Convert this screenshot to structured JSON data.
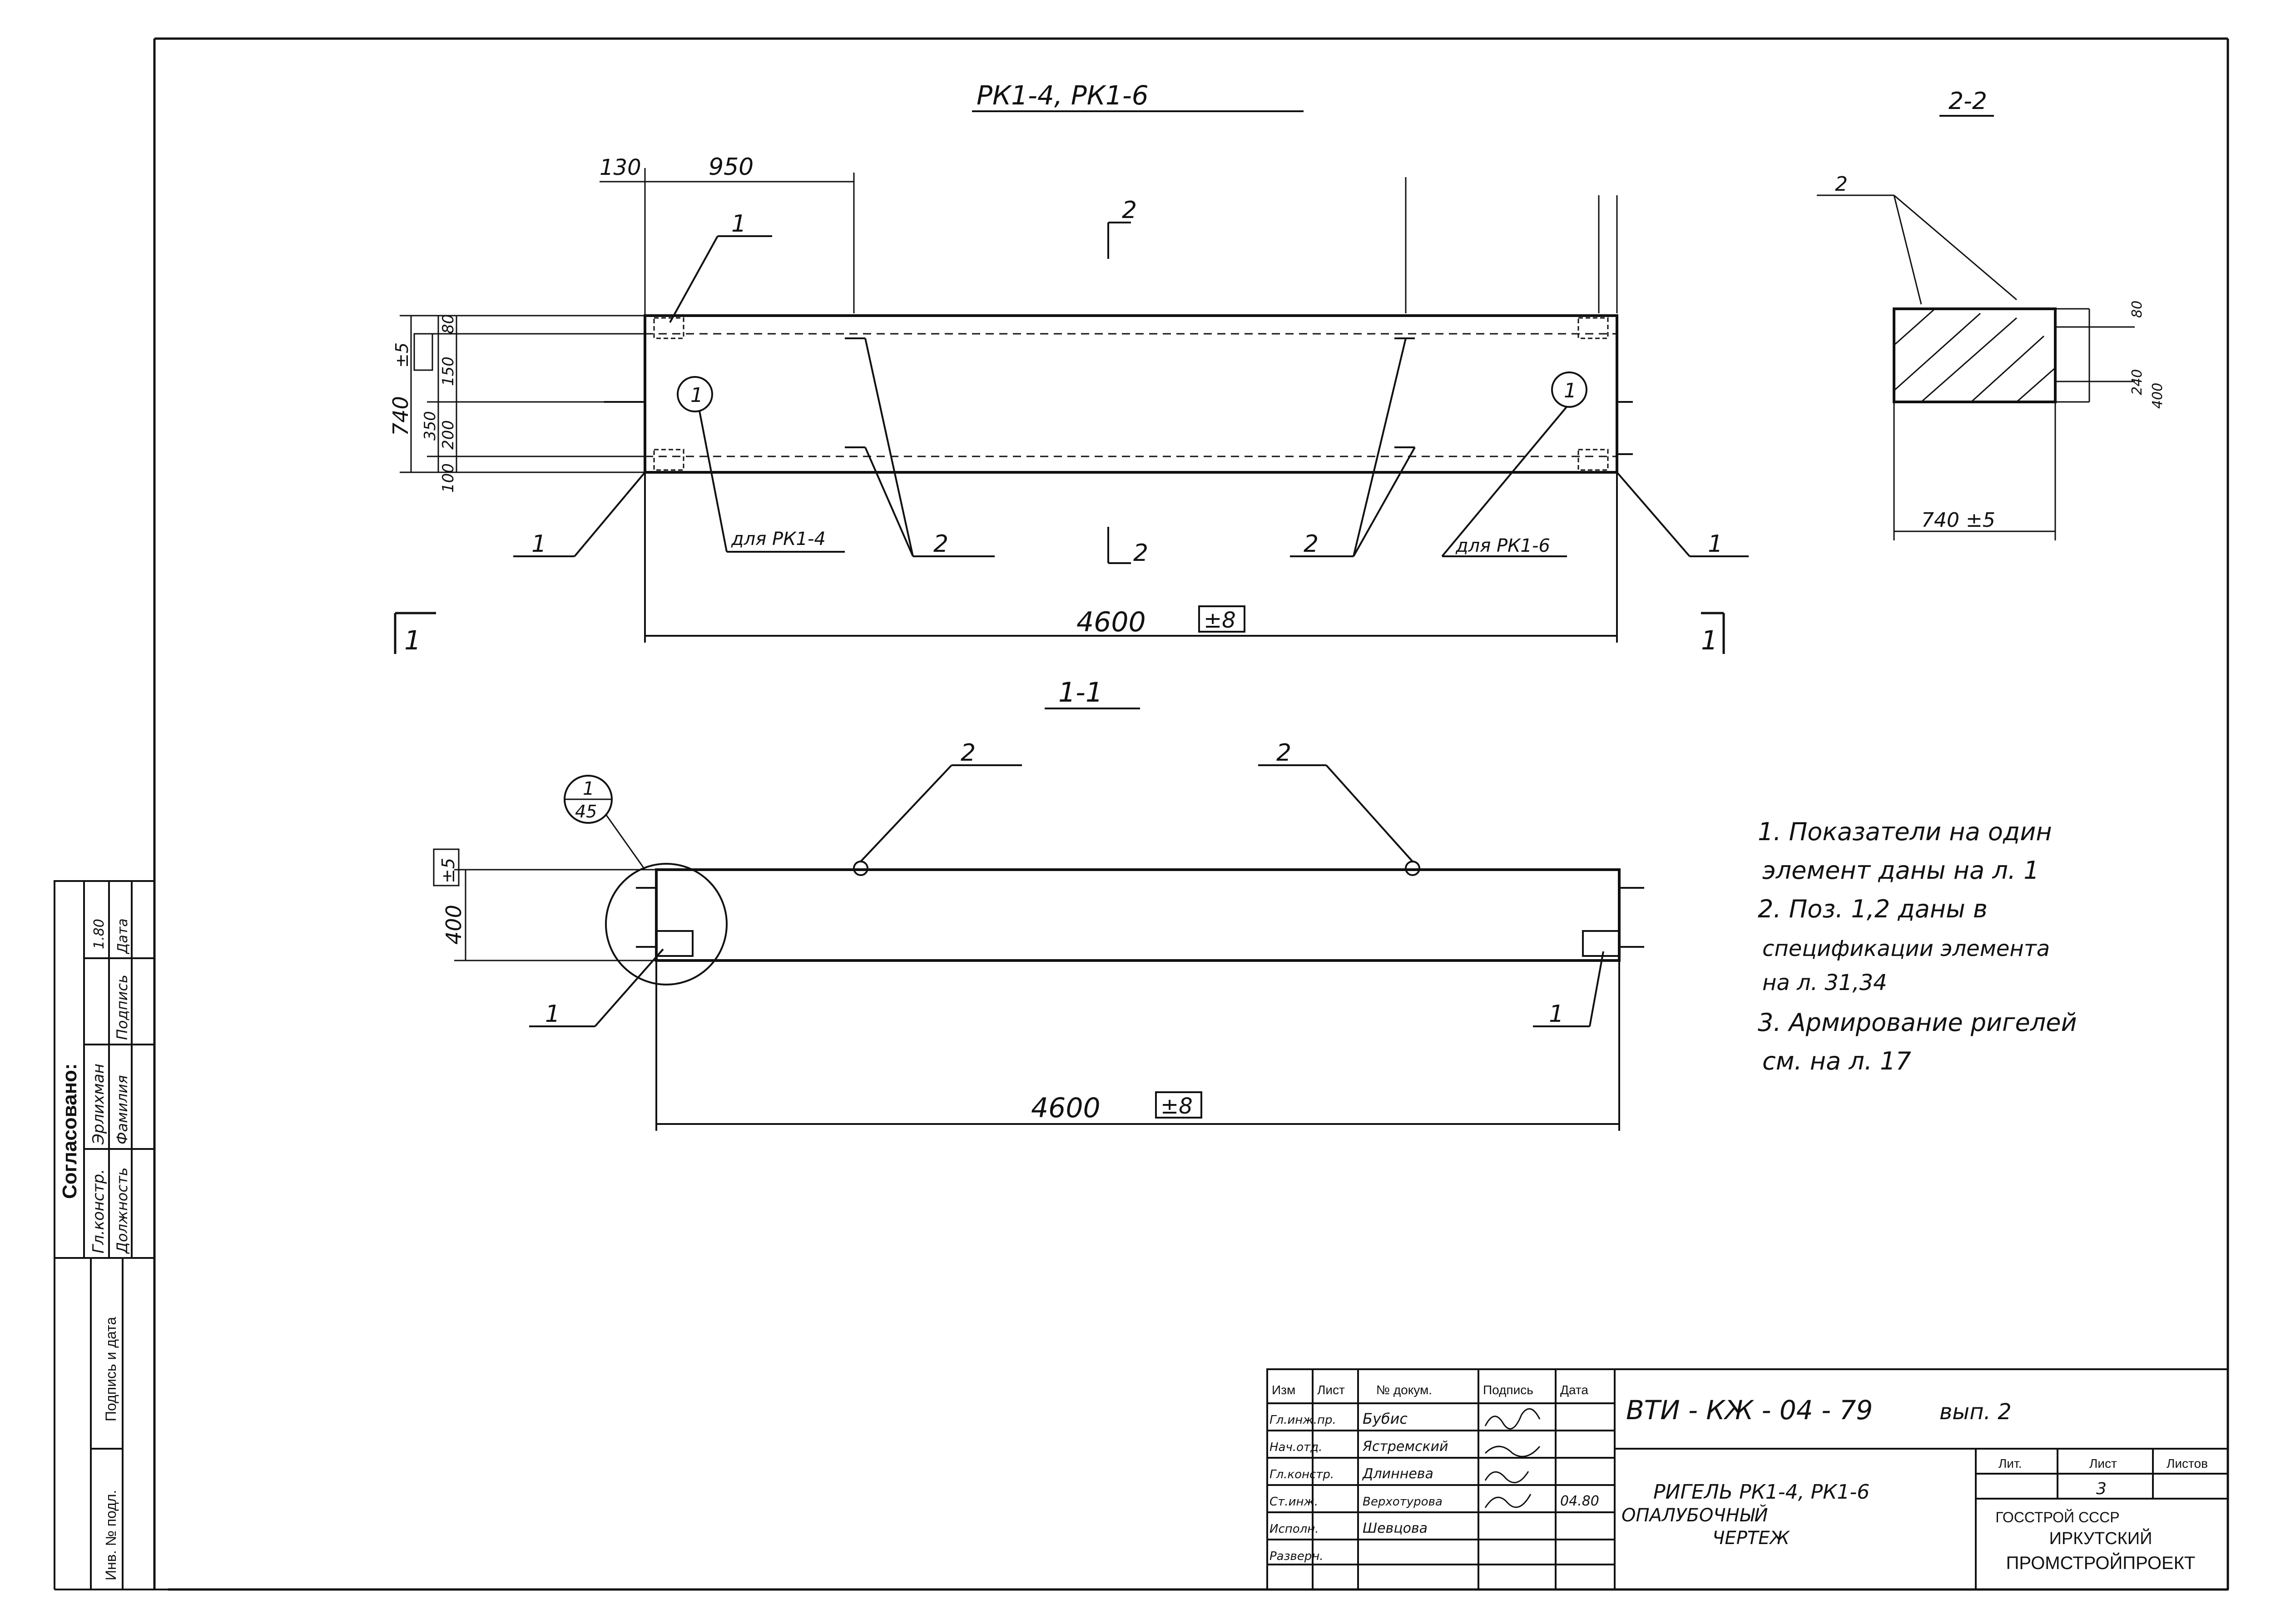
{
  "views": {
    "elevation": {
      "title": "РК1-4, РК1-6",
      "top_dims": [
        "130",
        "950"
      ],
      "section_marks": [
        "2",
        "2"
      ],
      "left_dims": [
        "740",
        "±5",
        "80",
        "150",
        "200",
        "350",
        "100"
      ],
      "detail_markers": [
        "1",
        "1"
      ],
      "callouts": {
        "pos1_left": "1",
        "pos1_right": "1",
        "pos2_left": "2",
        "pos2_right": "2",
        "for_rk1_4": "для РК1-4",
        "for_rk1_6": "для РК1-6"
      },
      "length_dim": "4600",
      "length_tol": "±8",
      "cut_marks": [
        "1",
        "1"
      ]
    },
    "section_2_2": {
      "title": "2-2",
      "pos_label": "2",
      "width_dim": "740 ±5",
      "height_dims": [
        "80",
        "240",
        "400"
      ]
    },
    "section_1_1": {
      "title": "1-1",
      "detail_ref_top": "1",
      "detail_ref_bottom": "45",
      "height_dim": "400",
      "height_tol": "±5",
      "pos2_a": "2",
      "pos2_b": "2",
      "pos1_left": "1",
      "pos1_right": "1",
      "length_dim": "4600",
      "length_tol": "±8"
    }
  },
  "notes": [
    "1. Показатели на один",
    "элемент даны на л. 1",
    "2. Поз. 1,2 даны в",
    "спецификации элемента",
    "на л. 31,34",
    "3. Армирование ригелей",
    "см. на л. 17"
  ],
  "side_stamp": {
    "title": "Согласовано:",
    "row1": [
      "Гл.констр.",
      "Эрлихман",
      "",
      "1.80"
    ],
    "row2": [
      "Должность",
      "Фамилия",
      "Подпись",
      "Дата"
    ],
    "lower_labels": [
      "Инв. № подл.",
      "Подпись и дата"
    ]
  },
  "title_block": {
    "headers": [
      "Изм",
      "Лист",
      "№ докум.",
      "Подпись",
      "Дата"
    ],
    "rows": [
      {
        "role": "Гл.инж.пр.",
        "name": "Бубис"
      },
      {
        "role": "Нач.отд.",
        "name": "Ястремский"
      },
      {
        "role": "Гл.констр.",
        "name": "Длиннева"
      },
      {
        "role": "Ст.инж.",
        "name": "Верхотурова",
        "date": "04.80"
      },
      {
        "role": "Исполн.",
        "name": "Шевцова"
      },
      {
        "role": "Разверн.",
        "name": ""
      }
    ],
    "doc_code": "ВТИ - КЖ - 04 - 79",
    "issue": "вып. 2",
    "name_line1": "РИГЕЛЬ РК1-4, РК1-6",
    "name_line2": "ОПАЛУБОЧНЫЙ",
    "name_line3": "ЧЕРТЕЖ",
    "stage_label": "Лит.",
    "sheet_label": "Лист",
    "sheets_label": "Листов",
    "sheet_no": "3",
    "org_line1": "ГОССТРОЙ СССР",
    "org_line2": "ИРКУТСКИЙ",
    "org_line3": "ПРОМСТРОЙПРОЕКТ"
  }
}
